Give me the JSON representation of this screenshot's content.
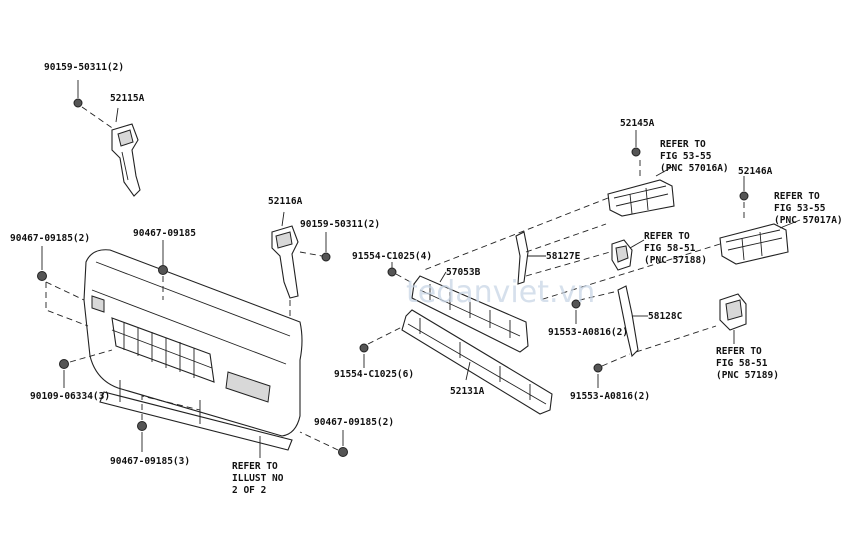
{
  "labels": {
    "p90159_top": "90159-50311(2)",
    "p52115A": "52115A",
    "p90467_09185_2_left": "90467-09185(2)",
    "p90467_09185": "90467-09185",
    "p52116A": "52116A",
    "p90159_mid": "90159-50311(2)",
    "p91554_4": "91554-C1025(4)",
    "p57053B": "57053B",
    "p58127E": "58127E",
    "p52145A": "52145A",
    "p52146A": "52146A",
    "p58128C": "58128C",
    "p91553_upper": "91553-A0816(2)",
    "p91554_6": "91554-C1025(6)",
    "p52131A": "52131A",
    "p91553_lower": "91553-A0816(2)",
    "p90109": "90109-06334(3)",
    "p90467_09185_3": "90467-09185(3)",
    "p90467_09185_2_right": "90467-09185(2)"
  },
  "refers": {
    "r57016A": [
      "REFER TO",
      "FIG 53-55",
      "(PNC 57016A)"
    ],
    "r57017A": [
      "REFER TO",
      "FIG 53-55",
      "(PNC 57017A)"
    ],
    "r57188": [
      "REFER TO",
      "FIG 58-51",
      "(PNC 57188)"
    ],
    "r57189": [
      "REFER TO",
      "FIG 58-51",
      "(PNC 57189)"
    ],
    "rIllust": [
      "REFER TO",
      "ILLUST NO",
      "2 OF 2"
    ]
  },
  "watermark": "tedanviet.vn"
}
